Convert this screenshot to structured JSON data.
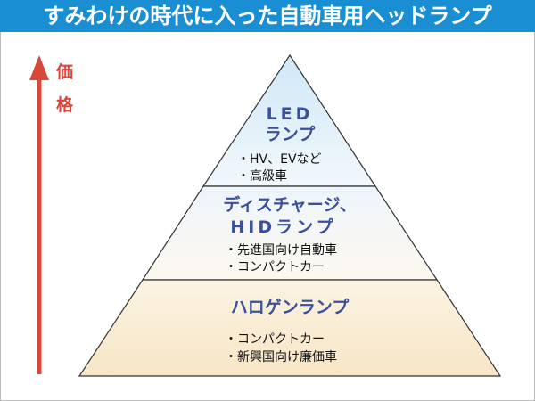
{
  "title": "すみわけの時代に入った自動車用ヘッドランプ",
  "axis": {
    "label_1": "価",
    "label_2": "格",
    "direction": "up",
    "color": "#d9473a"
  },
  "tiers": [
    {
      "title_lines": [
        "LED",
        "ランプ"
      ],
      "items": [
        "・HV、EVなど",
        "・高級車"
      ]
    },
    {
      "title_lines": [
        "ディスチャージ、",
        "HIDランプ"
      ],
      "items": [
        "・先進国向け自動車",
        "・コンパクトカー"
      ]
    },
    {
      "title_lines": [
        "ハロゲンランプ"
      ],
      "items": [
        "・コンパクトカー",
        "・新興国向け廉価車"
      ]
    }
  ]
}
